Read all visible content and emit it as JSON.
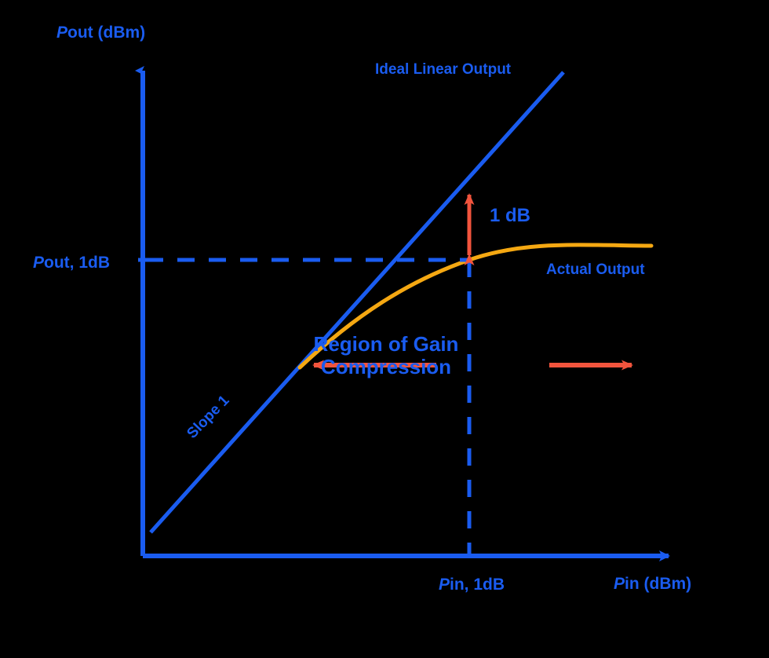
{
  "figure": {
    "background_color": "#000000",
    "accent_blue": "#1a5cf0",
    "accent_orange": "#f5a812",
    "accent_red": "#f2543d"
  },
  "axes": {
    "y_title_italic": "P",
    "y_title_rest": "out (dBm)",
    "x_title_italic": "P",
    "x_title_rest": "in (dBm)",
    "y_tick_label_italic": "P",
    "y_tick_label_rest": "out, 1dB",
    "x_tick_label_italic": "P",
    "x_tick_label_rest": "in, 1dB"
  },
  "annotations": {
    "ideal_line_label": "Ideal Linear Output",
    "actual_curve_label": "Actual Output",
    "compression_gap_label": "1 dB",
    "region_label_line1": "Region of Gain",
    "region_label_line2": "Compression",
    "slope_label": "Slope 1"
  },
  "chart_data": {
    "type": "line",
    "title": "",
    "xlabel": "Pin (dBm)",
    "ylabel": "Pout (dBm)",
    "grid": false,
    "legend": "inline-annotations",
    "xlim": [
      0,
      100
    ],
    "ylim": [
      0,
      100
    ],
    "series": [
      {
        "name": "Ideal Linear Output",
        "color": "#1a5cf0",
        "style": "solid",
        "slope": 1,
        "x": [
          0,
          10,
          20,
          30,
          40,
          50,
          60,
          70,
          78
        ],
        "y": [
          5,
          16,
          27,
          38,
          49,
          60,
          71,
          82,
          91
        ]
      },
      {
        "name": "Actual Output",
        "color": "#f5a812",
        "style": "solid",
        "x": [
          25,
          30,
          35,
          40,
          45,
          50,
          55,
          60,
          65,
          70,
          75,
          80,
          85,
          90,
          95
        ],
        "y": [
          32,
          38,
          43,
          48,
          52,
          56,
          59,
          62,
          64,
          65.6,
          66.6,
          67.3,
          67.6,
          67.8,
          67.8
        ]
      }
    ],
    "markers": [
      {
        "name": "Pout, 1dB",
        "type": "horizontal-dashed",
        "axis": "y",
        "value": 62,
        "color": "#1a5cf0"
      },
      {
        "name": "Pin, 1dB",
        "type": "vertical-dashed",
        "axis": "x",
        "value": 60,
        "color": "#1a5cf0"
      },
      {
        "name": "1 dB compression gap",
        "type": "double-arrow-vertical",
        "color": "#f2543d",
        "label": "1 dB"
      },
      {
        "name": "Region of Gain Compression",
        "type": "double-arrow-horizontal",
        "color": "#f2543d"
      }
    ]
  }
}
